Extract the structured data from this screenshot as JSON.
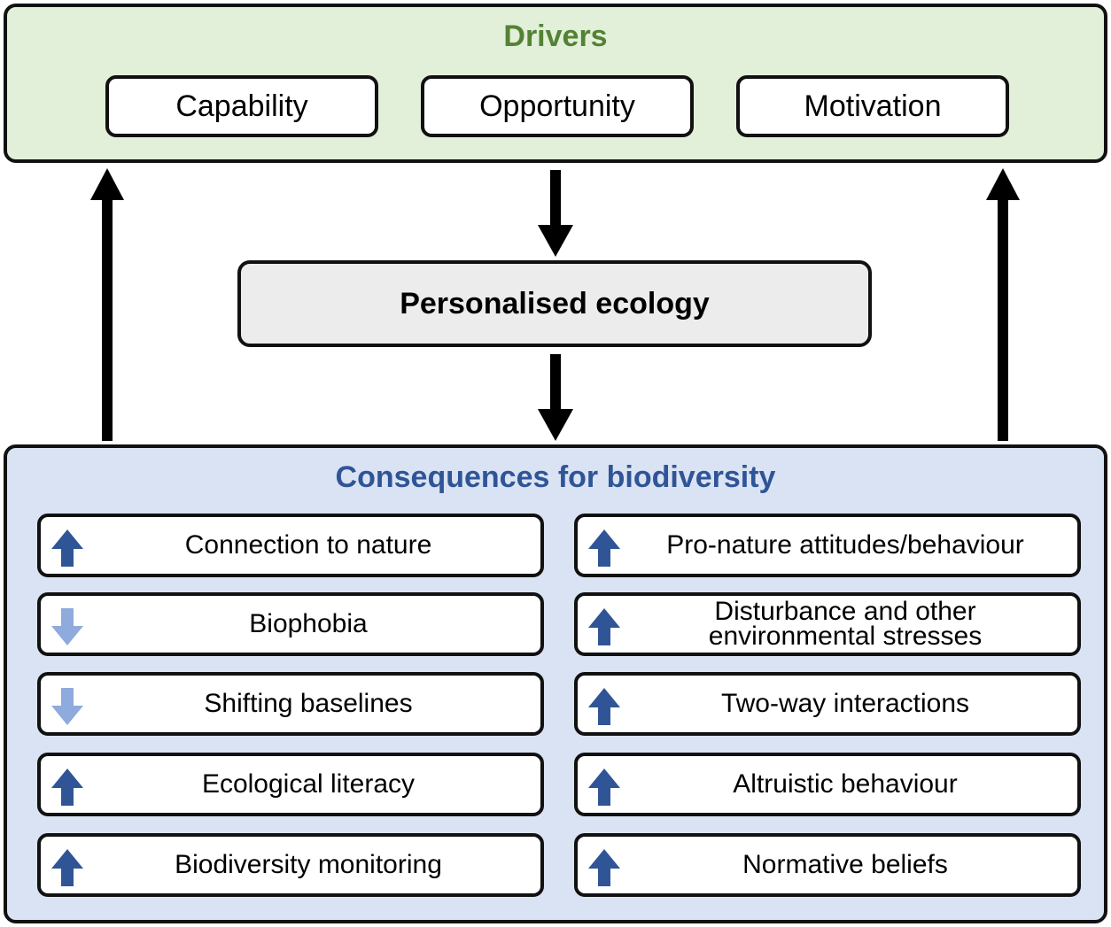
{
  "drivers": {
    "title": "Drivers",
    "items": [
      "Capability",
      "Opportunity",
      "Motivation"
    ]
  },
  "central": {
    "label": "Personalised ecology"
  },
  "consequences": {
    "title": "Consequences for biodiversity",
    "left": [
      {
        "label": "Connection to nature",
        "direction": "up"
      },
      {
        "label": "Biophobia",
        "direction": "down"
      },
      {
        "label": "Shifting baselines",
        "direction": "down"
      },
      {
        "label": "Ecological literacy",
        "direction": "up"
      },
      {
        "label": "Biodiversity monitoring",
        "direction": "up"
      }
    ],
    "right": [
      {
        "label": "Pro-nature attitudes/behaviour",
        "direction": "up"
      },
      {
        "label": "Disturbance and other environmental stresses",
        "direction": "up"
      },
      {
        "label": "Two-way interactions",
        "direction": "up"
      },
      {
        "label": "Altruistic behaviour",
        "direction": "up"
      },
      {
        "label": "Normative beliefs",
        "direction": "up"
      }
    ]
  },
  "colors": {
    "drivers_bg": "#e2efd9",
    "drivers_title": "#548235",
    "consequences_bg": "#dae3f3",
    "consequences_title": "#2f5597",
    "arrow_up": "#2f5597",
    "arrow_down": "#8faadc",
    "central_bg": "#ececec"
  }
}
